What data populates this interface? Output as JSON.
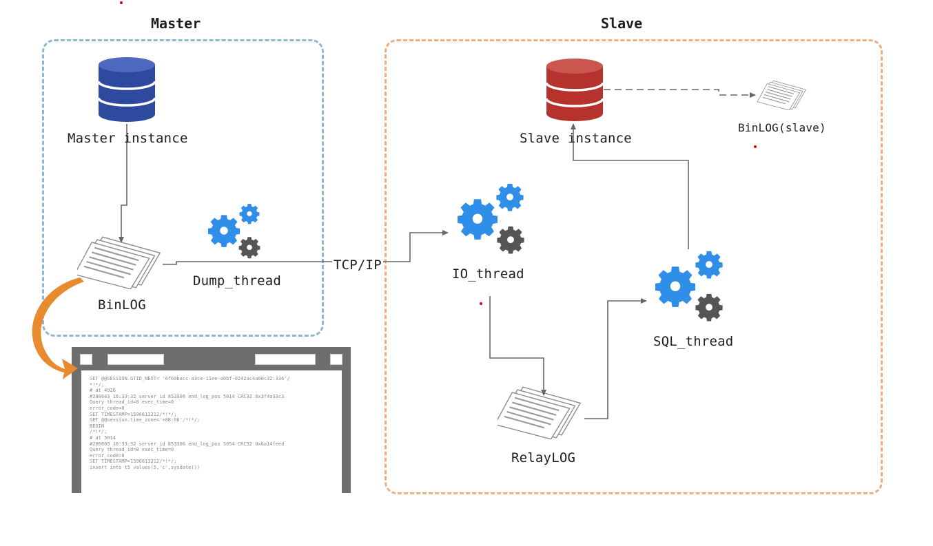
{
  "groups": {
    "master_title": "Master",
    "slave_title": "Slave"
  },
  "labels": {
    "master_instance": "Master instance",
    "binlog": "BinLOG",
    "dump_thread": "Dump_thread",
    "tcp_ip": "TCP/IP",
    "io_thread": "IO_thread",
    "slave_instance": "Slave instance",
    "binlog_slave": "BinLOG(slave)",
    "sql_thread": "SQL_thread",
    "relaylog": "RelayLOG"
  },
  "log_panel": {
    "lines": [
      "SET @@SESSION.GTID_NEXT= '6f69bacc-a3ce-11ee-a0bf-0242ac4a00c32:336'/",
      "*!*/;",
      "# at 4926",
      "#200603 16:33:32 server id 853306  end_log_pos 5014 CRC32 0x3f4a33c3",
      "Query                     thread_id=8              exec_time=0",
      "error_code=0",
      "SET TIMESTAMP=1596613212/*!*/;",
      "SET @@session.time_zone='+08:00'/*!*/;",
      "BEGIN",
      "/*!*/;",
      "# at 5014",
      "#200603 16:33:32 server id 853306  end_log_pos 5654 CRC32 0x6a14feed",
      "Query                     thread_id=8              exec_time=0",
      "error_code=0",
      "SET TIMESTAMP=1596613212/*!*/;",
      "insert into t5 values(5,'c',sysdate())"
    ]
  },
  "colors": {
    "master_db": "#2e4a9e",
    "slave_db": "#b5332c",
    "gear_blue": "#2f8fe8",
    "gear_gray": "#555555",
    "master_border": "#8bb9cc",
    "slave_border": "#efad80",
    "curved_arrow": "#e88a2e"
  }
}
